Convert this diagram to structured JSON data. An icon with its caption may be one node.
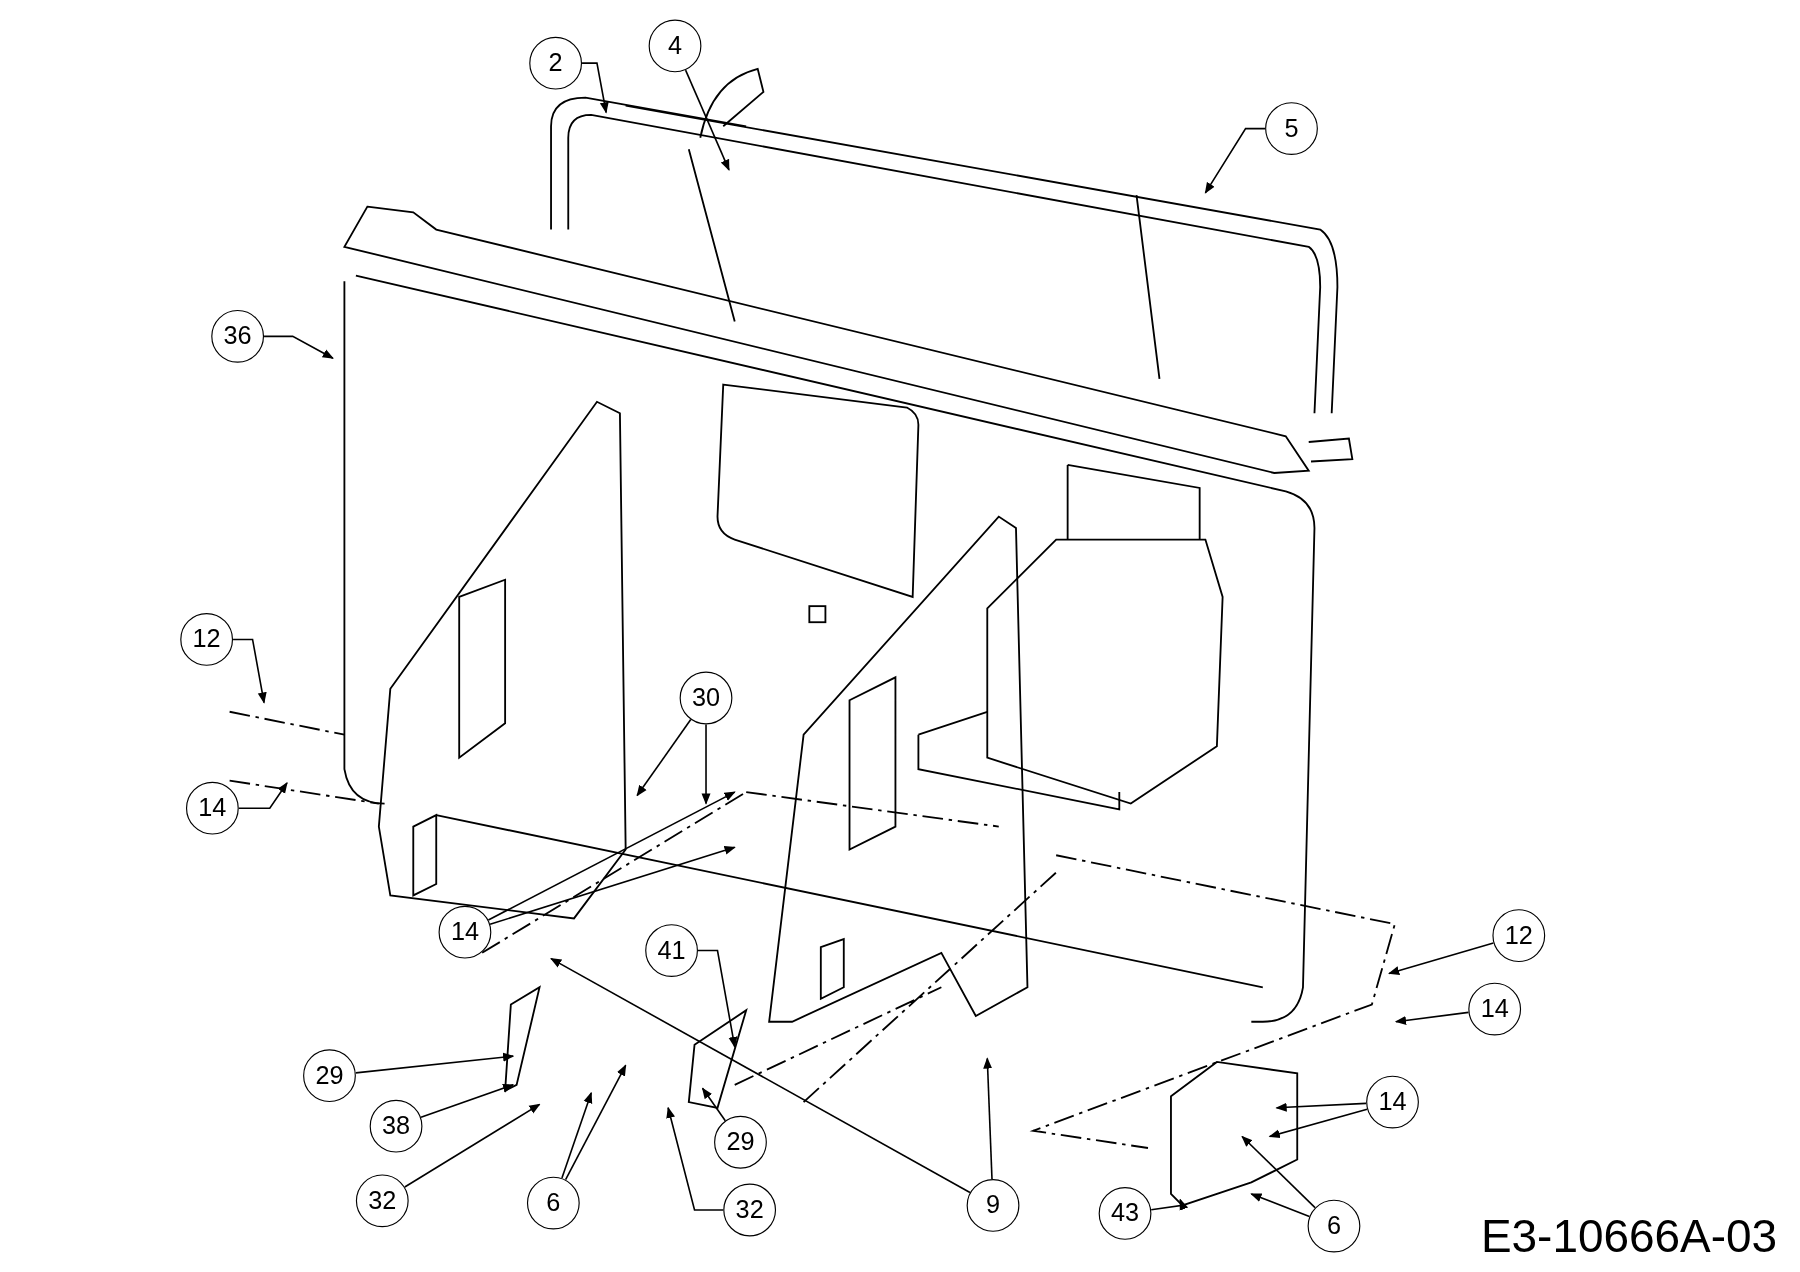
{
  "diagram": {
    "nodes": [
      {
        "text": [
          "2"
        ]
      },
      {
        "text": [
          "4"
        ]
      },
      {
        "text": [
          "5"
        ]
      },
      {
        "text": [
          "36"
        ]
      },
      {
        "text": [
          "12"
        ]
      },
      {
        "text": [
          "14"
        ]
      },
      {
        "text": [
          "30"
        ]
      },
      {
        "text": [
          "14"
        ]
      },
      {
        "text": [
          "41"
        ]
      },
      {
        "text": [
          "29"
        ]
      },
      {
        "text": [
          "38"
        ]
      },
      {
        "text": [
          "32"
        ]
      },
      {
        "text": [
          "6"
        ]
      },
      {
        "text": [
          "32"
        ]
      },
      {
        "text": [
          "29"
        ]
      },
      {
        "text": [
          "9"
        ]
      },
      {
        "text": [
          "12"
        ]
      },
      {
        "text": [
          "14"
        ]
      },
      {
        "text": [
          "14"
        ]
      },
      {
        "text": [
          "6"
        ]
      },
      {
        "text": [
          "43"
        ]
      }
    ],
    "edges": [
      {
        "from": 0,
        "to": null,
        "arrow": "to"
      },
      {
        "from": 1,
        "to": null,
        "arrow": "to"
      },
      {
        "from": 2,
        "to": null,
        "arrow": "to"
      },
      {
        "from": 3,
        "to": null,
        "arrow": "to"
      },
      {
        "from": 4,
        "to": null,
        "arrow": "to"
      },
      {
        "from": 5,
        "to": null,
        "arrow": "to"
      },
      {
        "from": 6,
        "to": null,
        "arrow": "to"
      },
      {
        "from": 6,
        "to": null,
        "arrow": "to"
      },
      {
        "from": 7,
        "to": null,
        "arrow": "to"
      },
      {
        "from": 7,
        "to": null,
        "arrow": "to"
      },
      {
        "from": 8,
        "to": null,
        "arrow": "to"
      },
      {
        "from": 9,
        "to": null,
        "arrow": "to"
      },
      {
        "from": 10,
        "to": null,
        "arrow": "to"
      },
      {
        "from": 11,
        "to": null,
        "arrow": "to"
      },
      {
        "from": 12,
        "to": null,
        "arrow": "to"
      },
      {
        "from": 12,
        "to": null,
        "arrow": "to"
      },
      {
        "from": 13,
        "to": null,
        "arrow": "to"
      },
      {
        "from": 14,
        "to": null,
        "arrow": "to"
      },
      {
        "from": 15,
        "to": null,
        "arrow": "to"
      },
      {
        "from": 15,
        "to": null,
        "arrow": "to"
      },
      {
        "from": 16,
        "to": null,
        "arrow": "to"
      },
      {
        "from": 17,
        "to": null,
        "arrow": "to"
      },
      {
        "from": 18,
        "to": null,
        "arrow": "to"
      },
      {
        "from": 18,
        "to": null,
        "arrow": "to"
      },
      {
        "from": 19,
        "to": null,
        "arrow": "to"
      },
      {
        "from": 19,
        "to": null,
        "arrow": "to"
      },
      {
        "from": 20,
        "to": null,
        "arrow": "to"
      }
    ],
    "labels": [
      "E3-10666A-03"
    ]
  }
}
